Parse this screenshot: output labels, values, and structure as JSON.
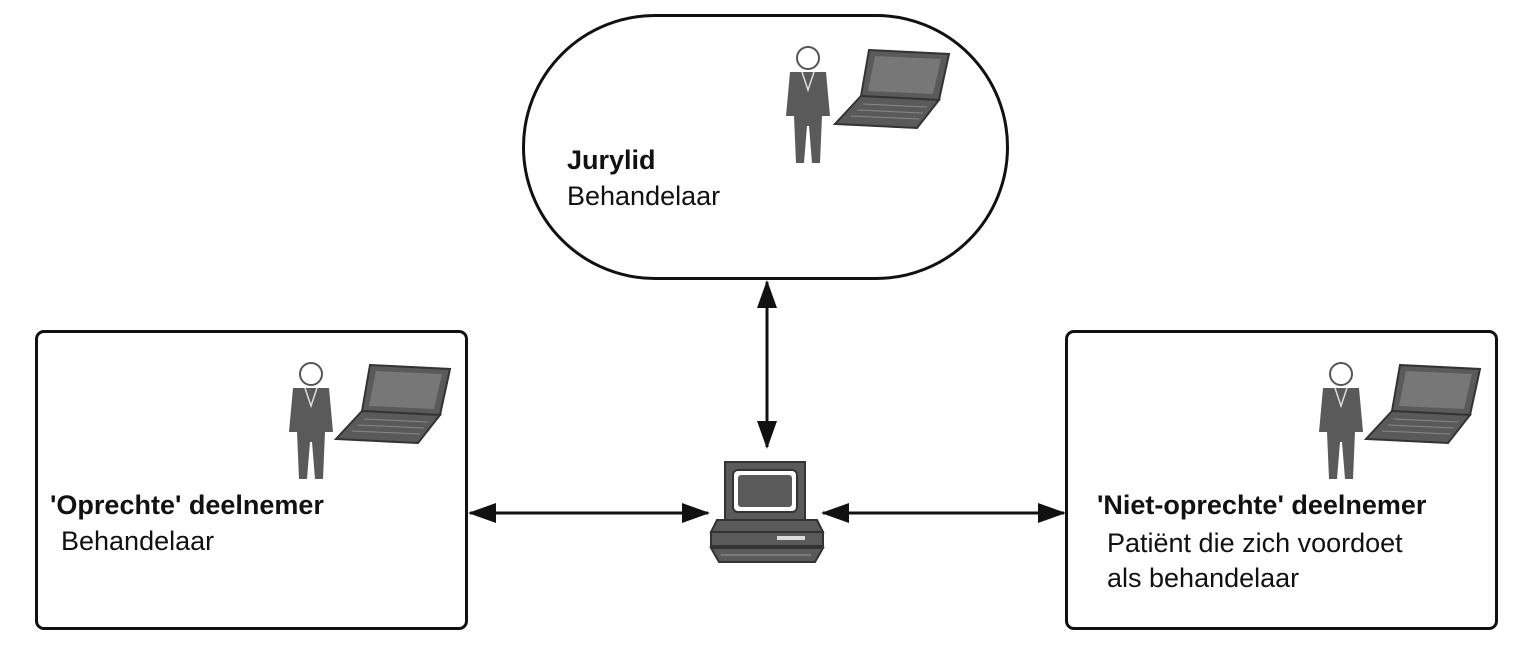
{
  "nodes": {
    "jury": {
      "title": "Jurylid",
      "subtitle": "Behandelaar"
    },
    "left": {
      "title": "'Oprechte' deelnemer",
      "subtitle": "Behandelaar"
    },
    "right": {
      "title": "'Niet-oprechte' deelnemer",
      "subtitle_line1": "Patiënt die zich voordoet",
      "subtitle_line2": "als behandelaar"
    }
  },
  "icons": {
    "person": "person-icon",
    "laptop": "laptop-icon",
    "computer": "desktop-computer-icon",
    "arrow": "double-headed-arrow"
  },
  "colors": {
    "stroke": "#111111",
    "icon_fill": "#5a5a5a",
    "background": "#ffffff"
  }
}
